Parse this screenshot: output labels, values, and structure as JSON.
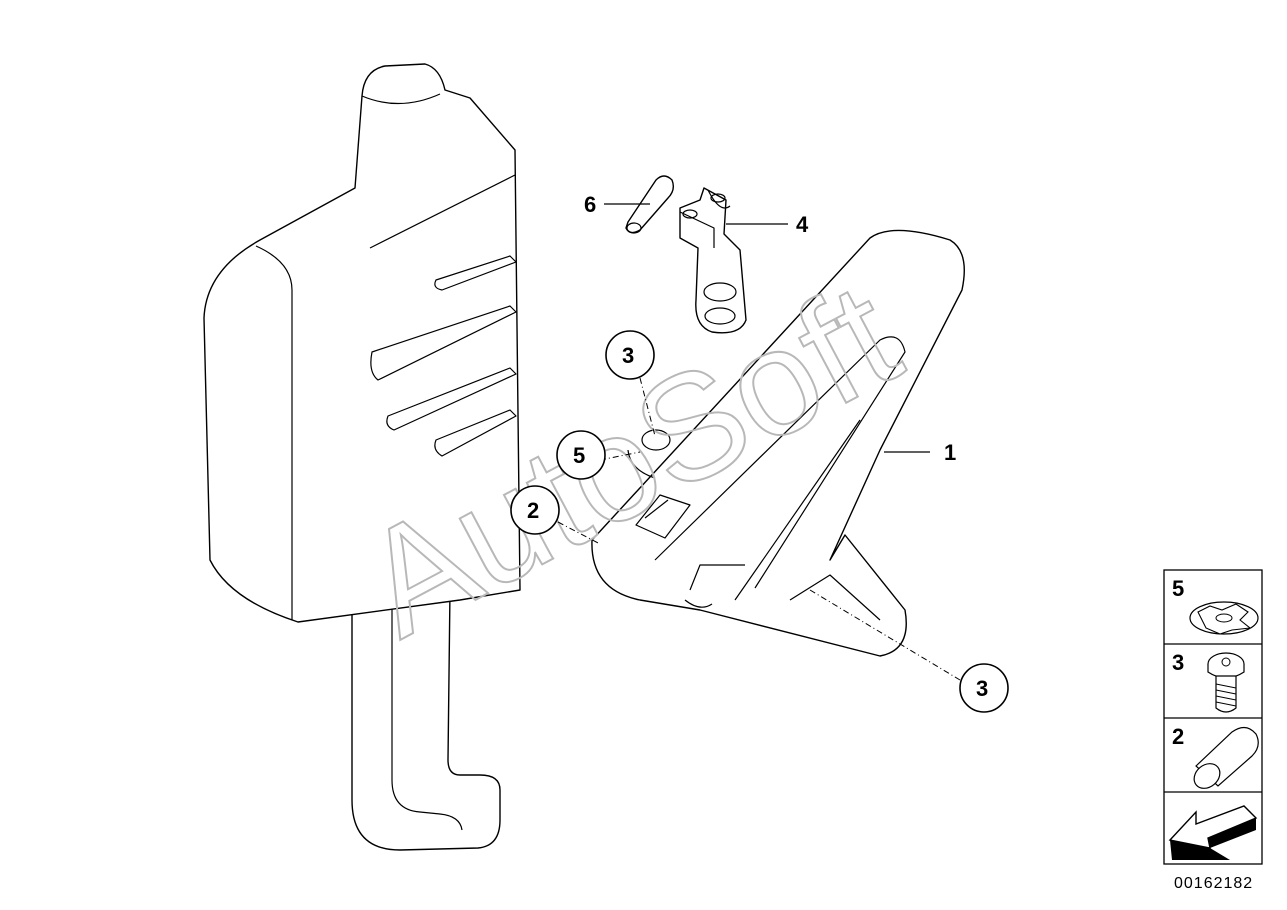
{
  "callouts": {
    "part_1": "1",
    "part_2": "2",
    "part_3_top": "3",
    "part_3_bottom": "3",
    "part_4": "4",
    "part_5": "5",
    "part_6": "6"
  },
  "legend": {
    "items": [
      {
        "number": "5",
        "icon": "clip-nut-icon"
      },
      {
        "number": "3",
        "icon": "hex-bolt-icon"
      },
      {
        "number": "2",
        "icon": "sleeve-icon"
      },
      {
        "icon": "arrow-icon"
      }
    ]
  },
  "diagram_number": "00162182",
  "watermark": "AutoSoft"
}
